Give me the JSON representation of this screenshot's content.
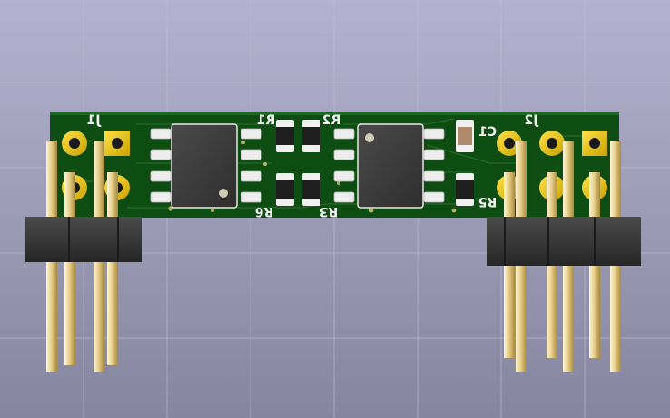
{
  "viewer": {
    "background_top": "#b3b3cf",
    "background_bottom": "#85859f",
    "grid_color": "#c3c3db"
  },
  "board": {
    "soldermask_color": "#0d4d12",
    "silkscreen_color": "#f2f2f2",
    "pad_color": "#e3c000",
    "pin_color": "#e2c77a",
    "header_body_color": "#3a3a3a",
    "ic_body_color": "#3c3c3c",
    "capacitor_body_color": "#b08a6c"
  },
  "labels": {
    "j1": "J1",
    "j2": "J2",
    "r1": "R1",
    "r2": "R2",
    "r3": "R3",
    "r5": "R5",
    "r6": "R6",
    "c1": "C1"
  }
}
